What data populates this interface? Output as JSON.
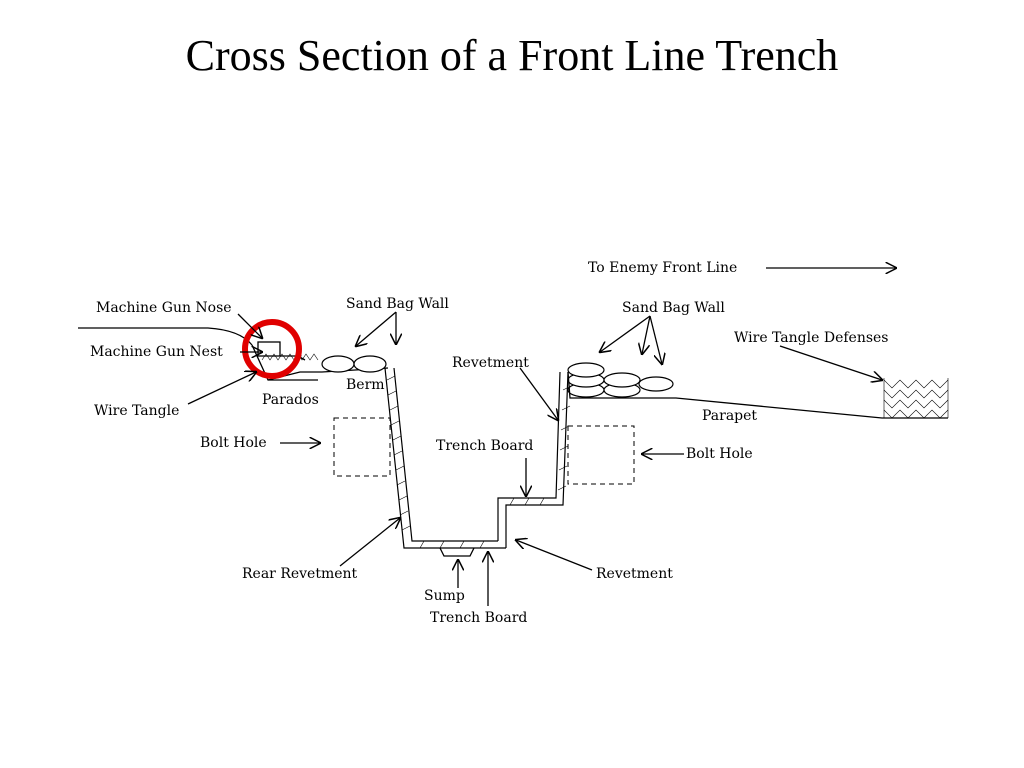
{
  "title": "Cross Section of a Front Line Trench",
  "labels": {
    "to_enemy": "To Enemy Front Line",
    "machine_gun_nose": "Machine Gun Nose",
    "machine_gun_nest": "Machine Gun Nest",
    "wire_tangle": "Wire Tangle",
    "parados": "Parados",
    "berm": "Berm",
    "sand_bag_wall_left": "Sand Bag Wall",
    "sand_bag_wall_right": "Sand Bag Wall",
    "revetment_upper": "Revetment",
    "wire_tangle_defenses": "Wire Tangle Defenses",
    "parapet": "Parapet",
    "bolt_hole_left": "Bolt Hole",
    "bolt_hole_right": "Bolt Hole",
    "trench_board_step": "Trench Board",
    "rear_revetment": "Rear Revetment",
    "revetment_lower": "Revetment",
    "sump": "Sump",
    "trench_board_floor": "Trench Board"
  },
  "colors": {
    "highlight_circle": "#e00000",
    "ink": "#000000"
  }
}
